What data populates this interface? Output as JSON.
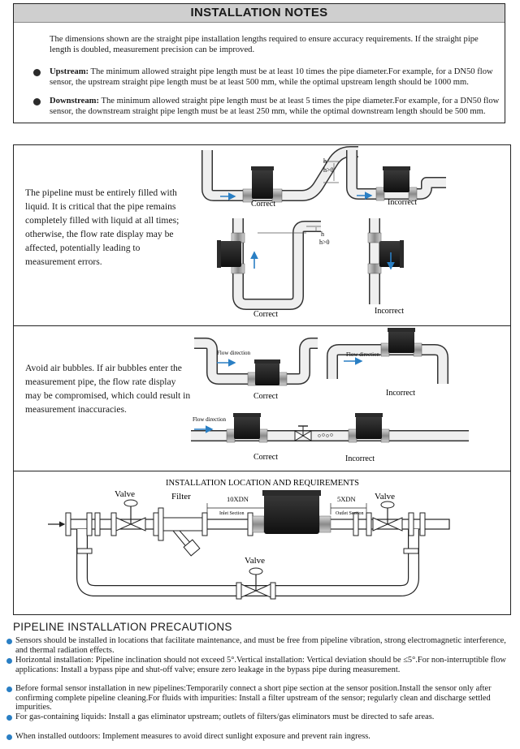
{
  "notes": {
    "title": "INSTALLATION NOTES",
    "intro": "The dimensions shown are the straight pipe installation lengths required to ensure accuracy requirements. If the straight pipe length is doubled, measurement precision can be improved.",
    "upstream_label": "Upstream:",
    "upstream_text": " The minimum allowed straight pipe length must be at least 10 times the pipe diameter.For example, for a DN50 flow sensor, the upstream straight pipe length must be at least 500 mm, while the optimal upstream length should be 1000 mm.",
    "downstream_label": "Downstream:",
    "downstream_text": " The minimum allowed straight pipe length must be at least 5 times the pipe diameter.For example, for a DN50 flow sensor, the downstream straight pipe length must be at least 250 mm, while the optimal downstream length should be 500 mm."
  },
  "panel1": {
    "text": "The pipeline must be entirely filled with liquid. It is critical that the pipe remains completely filled with liquid at all times; otherwise, the flow rate display may be affected, potentially leading to measurement errors.",
    "correct_top": "Correct",
    "incorrect_top": "Incorrect",
    "correct_bottom": "Correct",
    "incorrect_bottom": "Incorrect",
    "h_label": "h",
    "h_gt_label": "h>0"
  },
  "panel2": {
    "text": "Avoid air bubbles. If air bubbles enter the measurement pipe, the flow rate display may be compromised, which could result in measurement inaccuracies.",
    "flow_direction": "Flow direction",
    "correct_top": "Correct",
    "incorrect_top": "Incorrect",
    "correct_bottom": "Correct",
    "incorrect_bottom": "Incorrect"
  },
  "panel3": {
    "title": "INSTALLATION LOCATION AND REQUIREMENTS",
    "valve_left": "Valve",
    "filter": "Filter",
    "inlet_dim": "10XDN",
    "inlet_label": "Inlet Section",
    "outlet_dim": "5XDN",
    "outlet_label": "Outlet Section",
    "valve_right": "Valve",
    "valve_bottom": "Valve"
  },
  "precautions": {
    "title": "PIPELINE INSTALLATION PRECAUTIONS",
    "items": [
      "Sensors should be installed in locations that facilitate maintenance, and must be free from pipeline vibration, strong electromagnetic interference, and thermal radiation effects.",
      "Horizontal installation: Pipeline inclination should not exceed 5°.Vertical installation: Vertical deviation should be ≤5°.For non-interruptible flow applications: Install a bypass pipe and shut-off valve; ensure zero leakage in the bypass pipe during measurement.",
      "Before formal sensor installation in new pipelines:Temporarily connect a short pipe section at the sensor position.Install the sensor only after confirming complete pipeline cleaning.For fluids with impurities: Install a filter upstream of the sensor; regularly clean and discharge settled impurities.",
      "For gas-containing liquids: Install a gas eliminator upstream; outlets of filters/gas eliminators must be directed to safe areas.",
      "When installed outdoors: Implement measures to avoid direct sunlight exposure and prevent rain ingress."
    ]
  },
  "colors": {
    "accent_blue": "#2a7fc4",
    "title_bar": "#cfcfcf",
    "sensor": "#1c1c1c",
    "pipe_fill": "#efefef"
  }
}
